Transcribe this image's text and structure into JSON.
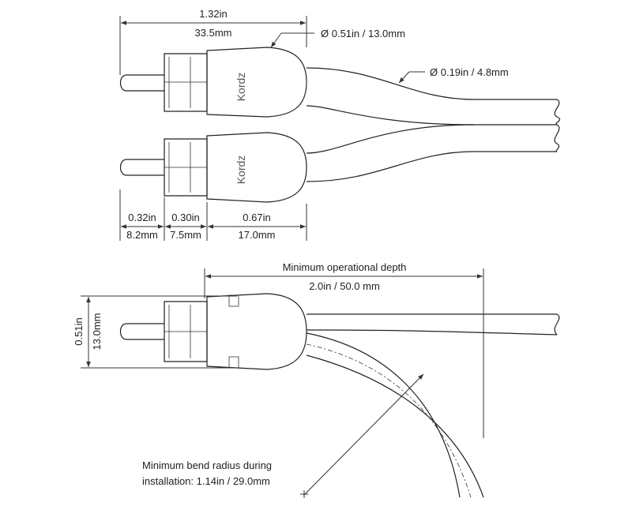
{
  "top": {
    "overall_in": "1.32in",
    "overall_mm": "33.5mm",
    "head_diameter": "Ø 0.51in / 13.0mm",
    "cable_diameter": "Ø 0.19in / 4.8mm",
    "seg1_in": "0.32in",
    "seg1_mm": "8.2mm",
    "seg2_in": "0.30in",
    "seg2_mm": "7.5mm",
    "seg3_in": "0.67in",
    "seg3_mm": "17.0mm",
    "brand": "Kordz"
  },
  "bottom": {
    "depth_title": "Minimum operational depth",
    "depth_value": "2.0in / 50.0 mm",
    "height_in": "0.51in",
    "height_mm": "13.0mm",
    "bend_line1": "Minimum bend radius during",
    "bend_line2": "installation: 1.14in / 29.0mm"
  }
}
